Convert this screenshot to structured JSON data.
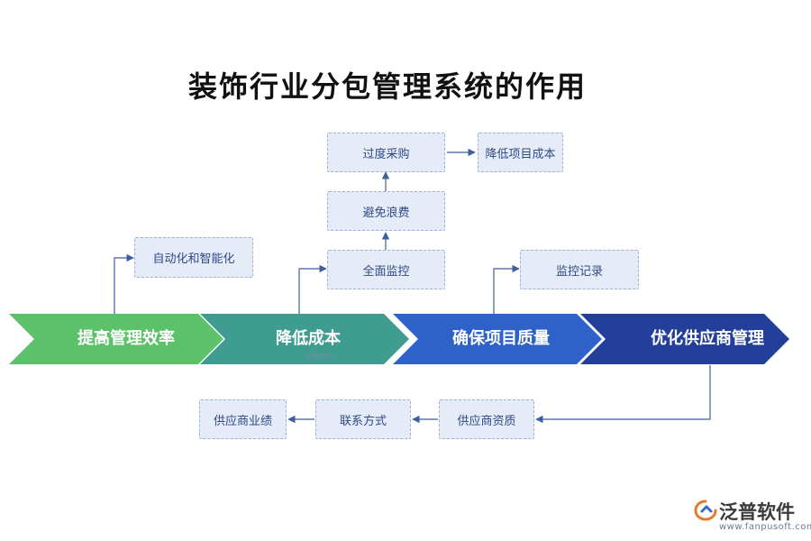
{
  "title": "装饰行业分包管理系统的作用",
  "stages": [
    {
      "label": "提高管理效率",
      "color": "#5cc26a"
    },
    {
      "label": "降低成本",
      "color": "#3f9c91"
    },
    {
      "label": "确保项目质量",
      "color": "#2f62c8"
    },
    {
      "label": "优化供应商管理",
      "color": "#233f9a"
    }
  ],
  "boxes": {
    "automation": "自动化和智能化",
    "full_monitoring": "全面监控",
    "avoid_waste": "避免浪费",
    "over_purchase": "过度采购",
    "reduce_project_cost": "降低项目成本",
    "monitoring_records": "监控记录",
    "supplier_qualification": "供应商资质",
    "contact_method": "联系方式",
    "supplier_performance": "供应商业绩"
  },
  "watermark": "泛普软件",
  "brand": {
    "name": "泛普软件",
    "url": "www.fanpusoft.com"
  },
  "colors": {
    "box_fill": "#e6ebf8",
    "box_border": "#9fb1d9",
    "connector": "#3e5f9e",
    "text": "#2e4b86"
  }
}
